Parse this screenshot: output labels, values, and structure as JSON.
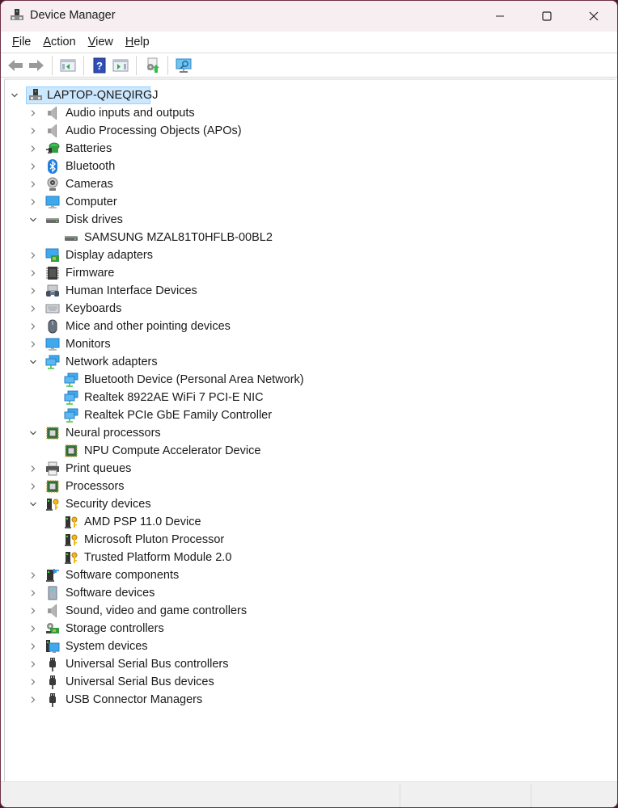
{
  "window": {
    "title": "Device Manager",
    "controls": {
      "minimize": "minimize",
      "maximize": "maximize",
      "close": "close"
    }
  },
  "menu": [
    {
      "label": "File",
      "accel": "F",
      "rest": "ile"
    },
    {
      "label": "Action",
      "accel": "A",
      "rest": "ction"
    },
    {
      "label": "View",
      "accel": "V",
      "rest": "iew"
    },
    {
      "label": "Help",
      "accel": "H",
      "rest": "elp"
    }
  ],
  "toolbar": [
    {
      "name": "back-button",
      "icon": "arrow-left-icon"
    },
    {
      "name": "forward-button",
      "icon": "arrow-right-icon"
    },
    {
      "name": "show-hide-console-tree-button",
      "icon": "console-tree-icon"
    },
    {
      "name": "help-button",
      "icon": "help-icon"
    },
    {
      "name": "show-hide-action-pane-button",
      "icon": "action-pane-icon"
    },
    {
      "name": "update-driver-button",
      "icon": "update-driver-icon"
    },
    {
      "name": "scan-hardware-changes-button",
      "icon": "scan-monitor-icon"
    }
  ],
  "tree": {
    "root": {
      "label": "LAPTOP-QNEQIRGJ",
      "expanded": true,
      "selected": true
    },
    "items": [
      {
        "label": "Audio inputs and outputs",
        "level": 1,
        "state": "collapsed",
        "icon": "speaker"
      },
      {
        "label": "Audio Processing Objects (APOs)",
        "level": 1,
        "state": "collapsed",
        "icon": "speaker"
      },
      {
        "label": "Batteries",
        "level": 1,
        "state": "collapsed",
        "icon": "battery"
      },
      {
        "label": "Bluetooth",
        "level": 1,
        "state": "collapsed",
        "icon": "bluetooth"
      },
      {
        "label": "Cameras",
        "level": 1,
        "state": "collapsed",
        "icon": "camera"
      },
      {
        "label": "Computer",
        "level": 1,
        "state": "collapsed",
        "icon": "monitor"
      },
      {
        "label": "Disk drives",
        "level": 1,
        "state": "expanded",
        "icon": "disk"
      },
      {
        "label": "SAMSUNG MZAL81T0HFLB-00BL2",
        "level": 2,
        "state": "leaf",
        "icon": "disk"
      },
      {
        "label": "Display adapters",
        "level": 1,
        "state": "collapsed",
        "icon": "display-adapter"
      },
      {
        "label": "Firmware",
        "level": 1,
        "state": "collapsed",
        "icon": "chip"
      },
      {
        "label": "Human Interface Devices",
        "level": 1,
        "state": "collapsed",
        "icon": "hid"
      },
      {
        "label": "Keyboards",
        "level": 1,
        "state": "collapsed",
        "icon": "keyboard"
      },
      {
        "label": "Mice and other pointing devices",
        "level": 1,
        "state": "collapsed",
        "icon": "mouse"
      },
      {
        "label": "Monitors",
        "level": 1,
        "state": "collapsed",
        "icon": "monitor"
      },
      {
        "label": "Network adapters",
        "level": 1,
        "state": "expanded",
        "icon": "network"
      },
      {
        "label": "Bluetooth Device (Personal Area Network)",
        "level": 2,
        "state": "leaf",
        "icon": "network"
      },
      {
        "label": "Realtek 8922AE WiFi 7 PCI-E NIC",
        "level": 2,
        "state": "leaf",
        "icon": "network"
      },
      {
        "label": "Realtek PCIe GbE Family Controller",
        "level": 2,
        "state": "leaf",
        "icon": "network"
      },
      {
        "label": "Neural processors",
        "level": 1,
        "state": "expanded",
        "icon": "processor"
      },
      {
        "label": "NPU Compute Accelerator Device",
        "level": 2,
        "state": "leaf",
        "icon": "processor"
      },
      {
        "label": "Print queues",
        "level": 1,
        "state": "collapsed",
        "icon": "printer"
      },
      {
        "label": "Processors",
        "level": 1,
        "state": "collapsed",
        "icon": "processor"
      },
      {
        "label": "Security devices",
        "level": 1,
        "state": "expanded",
        "icon": "security"
      },
      {
        "label": "AMD PSP 11.0 Device",
        "level": 2,
        "state": "leaf",
        "icon": "security"
      },
      {
        "label": "Microsoft Pluton Processor",
        "level": 2,
        "state": "leaf",
        "icon": "security"
      },
      {
        "label": "Trusted Platform Module 2.0",
        "level": 2,
        "state": "leaf",
        "icon": "security"
      },
      {
        "label": "Software components",
        "level": 1,
        "state": "collapsed",
        "icon": "software-component"
      },
      {
        "label": "Software devices",
        "level": 1,
        "state": "collapsed",
        "icon": "software-device"
      },
      {
        "label": "Sound, video and game controllers",
        "level": 1,
        "state": "collapsed",
        "icon": "speaker"
      },
      {
        "label": "Storage controllers",
        "level": 1,
        "state": "collapsed",
        "icon": "storage"
      },
      {
        "label": "System devices",
        "level": 1,
        "state": "collapsed",
        "icon": "system"
      },
      {
        "label": "Universal Serial Bus controllers",
        "level": 1,
        "state": "collapsed",
        "icon": "usb"
      },
      {
        "label": "Universal Serial Bus devices",
        "level": 1,
        "state": "collapsed",
        "icon": "usb"
      },
      {
        "label": "USB Connector Managers",
        "level": 1,
        "state": "collapsed",
        "icon": "usb"
      }
    ]
  },
  "statusbar": {
    "sections": [
      "",
      "",
      ""
    ]
  },
  "colors": {
    "titlebar": "#f6eef0",
    "selection": "#cce8ff",
    "selection_border": "#99d1ff",
    "statusbar": "#f0f0f0"
  }
}
